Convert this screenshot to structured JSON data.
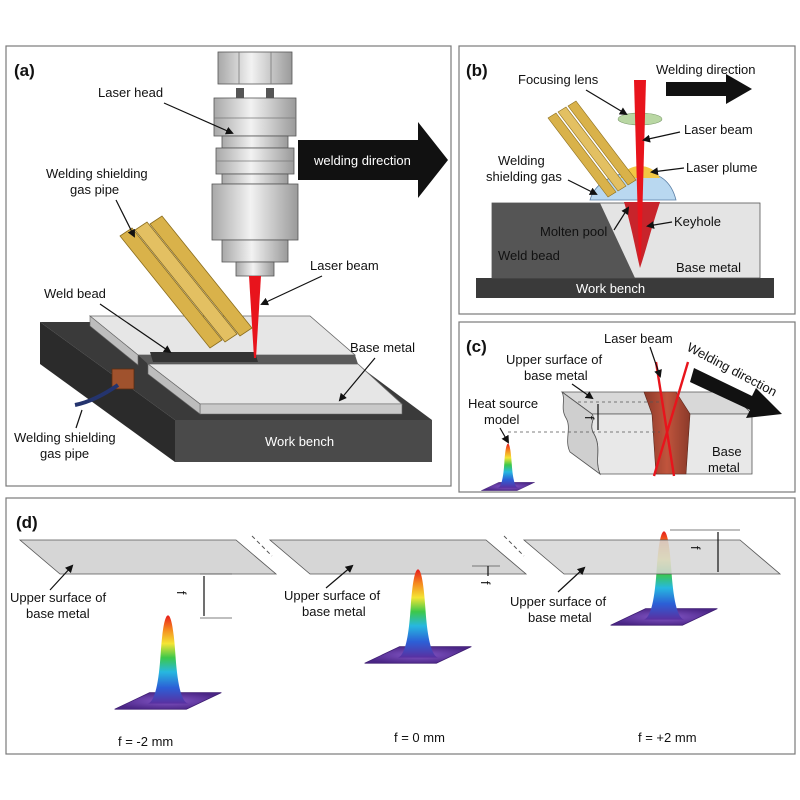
{
  "panels": {
    "a": {
      "tag": "(a)",
      "laser_head": "Laser head",
      "shield_gas_pipe_line1": "Welding shielding",
      "shield_gas_pipe_line2": "gas pipe",
      "weld_bead": "Weld bead",
      "laser_beam": "Laser beam",
      "welding_direction": "welding direction",
      "base_metal": "Base metal",
      "bottom_pipe_line1": "Welding shielding",
      "bottom_pipe_line2": "gas pipe",
      "work_bench": "Work bench"
    },
    "b": {
      "tag": "(b)",
      "focusing_lens": "Focusing lens",
      "welding_direction": "Welding direction",
      "laser_beam": "Laser beam",
      "shield_gas_line1": "Welding",
      "shield_gas_line2": "shielding gas",
      "laser_plume": "Laser plume",
      "molten_pool": "Molten pool",
      "keyhole": "Keyhole",
      "weld_bead": "Weld bead",
      "base_metal": "Base metal",
      "work_bench": "Work bench"
    },
    "c": {
      "tag": "(c)",
      "laser_beam": "Laser beam",
      "upper_surface_line1": "Upper surface of",
      "upper_surface_line2": "base metal",
      "welding_direction": "Welding direction",
      "heat_source_line1": "Heat source",
      "heat_source_line2": "model",
      "f_symbol": "f",
      "base_metal_line1": "Base",
      "base_metal_line2": "metal"
    },
    "d": {
      "tag": "(d)",
      "upper_surface_line1": "Upper surface of",
      "upper_surface_line2": "base metal",
      "f_symbol": "f",
      "cases": [
        {
          "label": "f = -2 mm",
          "f_mm": -2
        },
        {
          "label": "f = 0 mm",
          "f_mm": 0
        },
        {
          "label": "f = +2 mm",
          "f_mm": 2
        }
      ]
    }
  },
  "colors": {
    "work_bench": "#3a3a3a",
    "base_metal": "#e4e4e4",
    "laser": "#e8141c",
    "gas_pipe": "#d9b24a",
    "molten_pool": "#b9d8f0",
    "plume": "#f2c744",
    "weld_bead_fill": "#a0522d",
    "gaussian_base": "#6a3da0"
  }
}
